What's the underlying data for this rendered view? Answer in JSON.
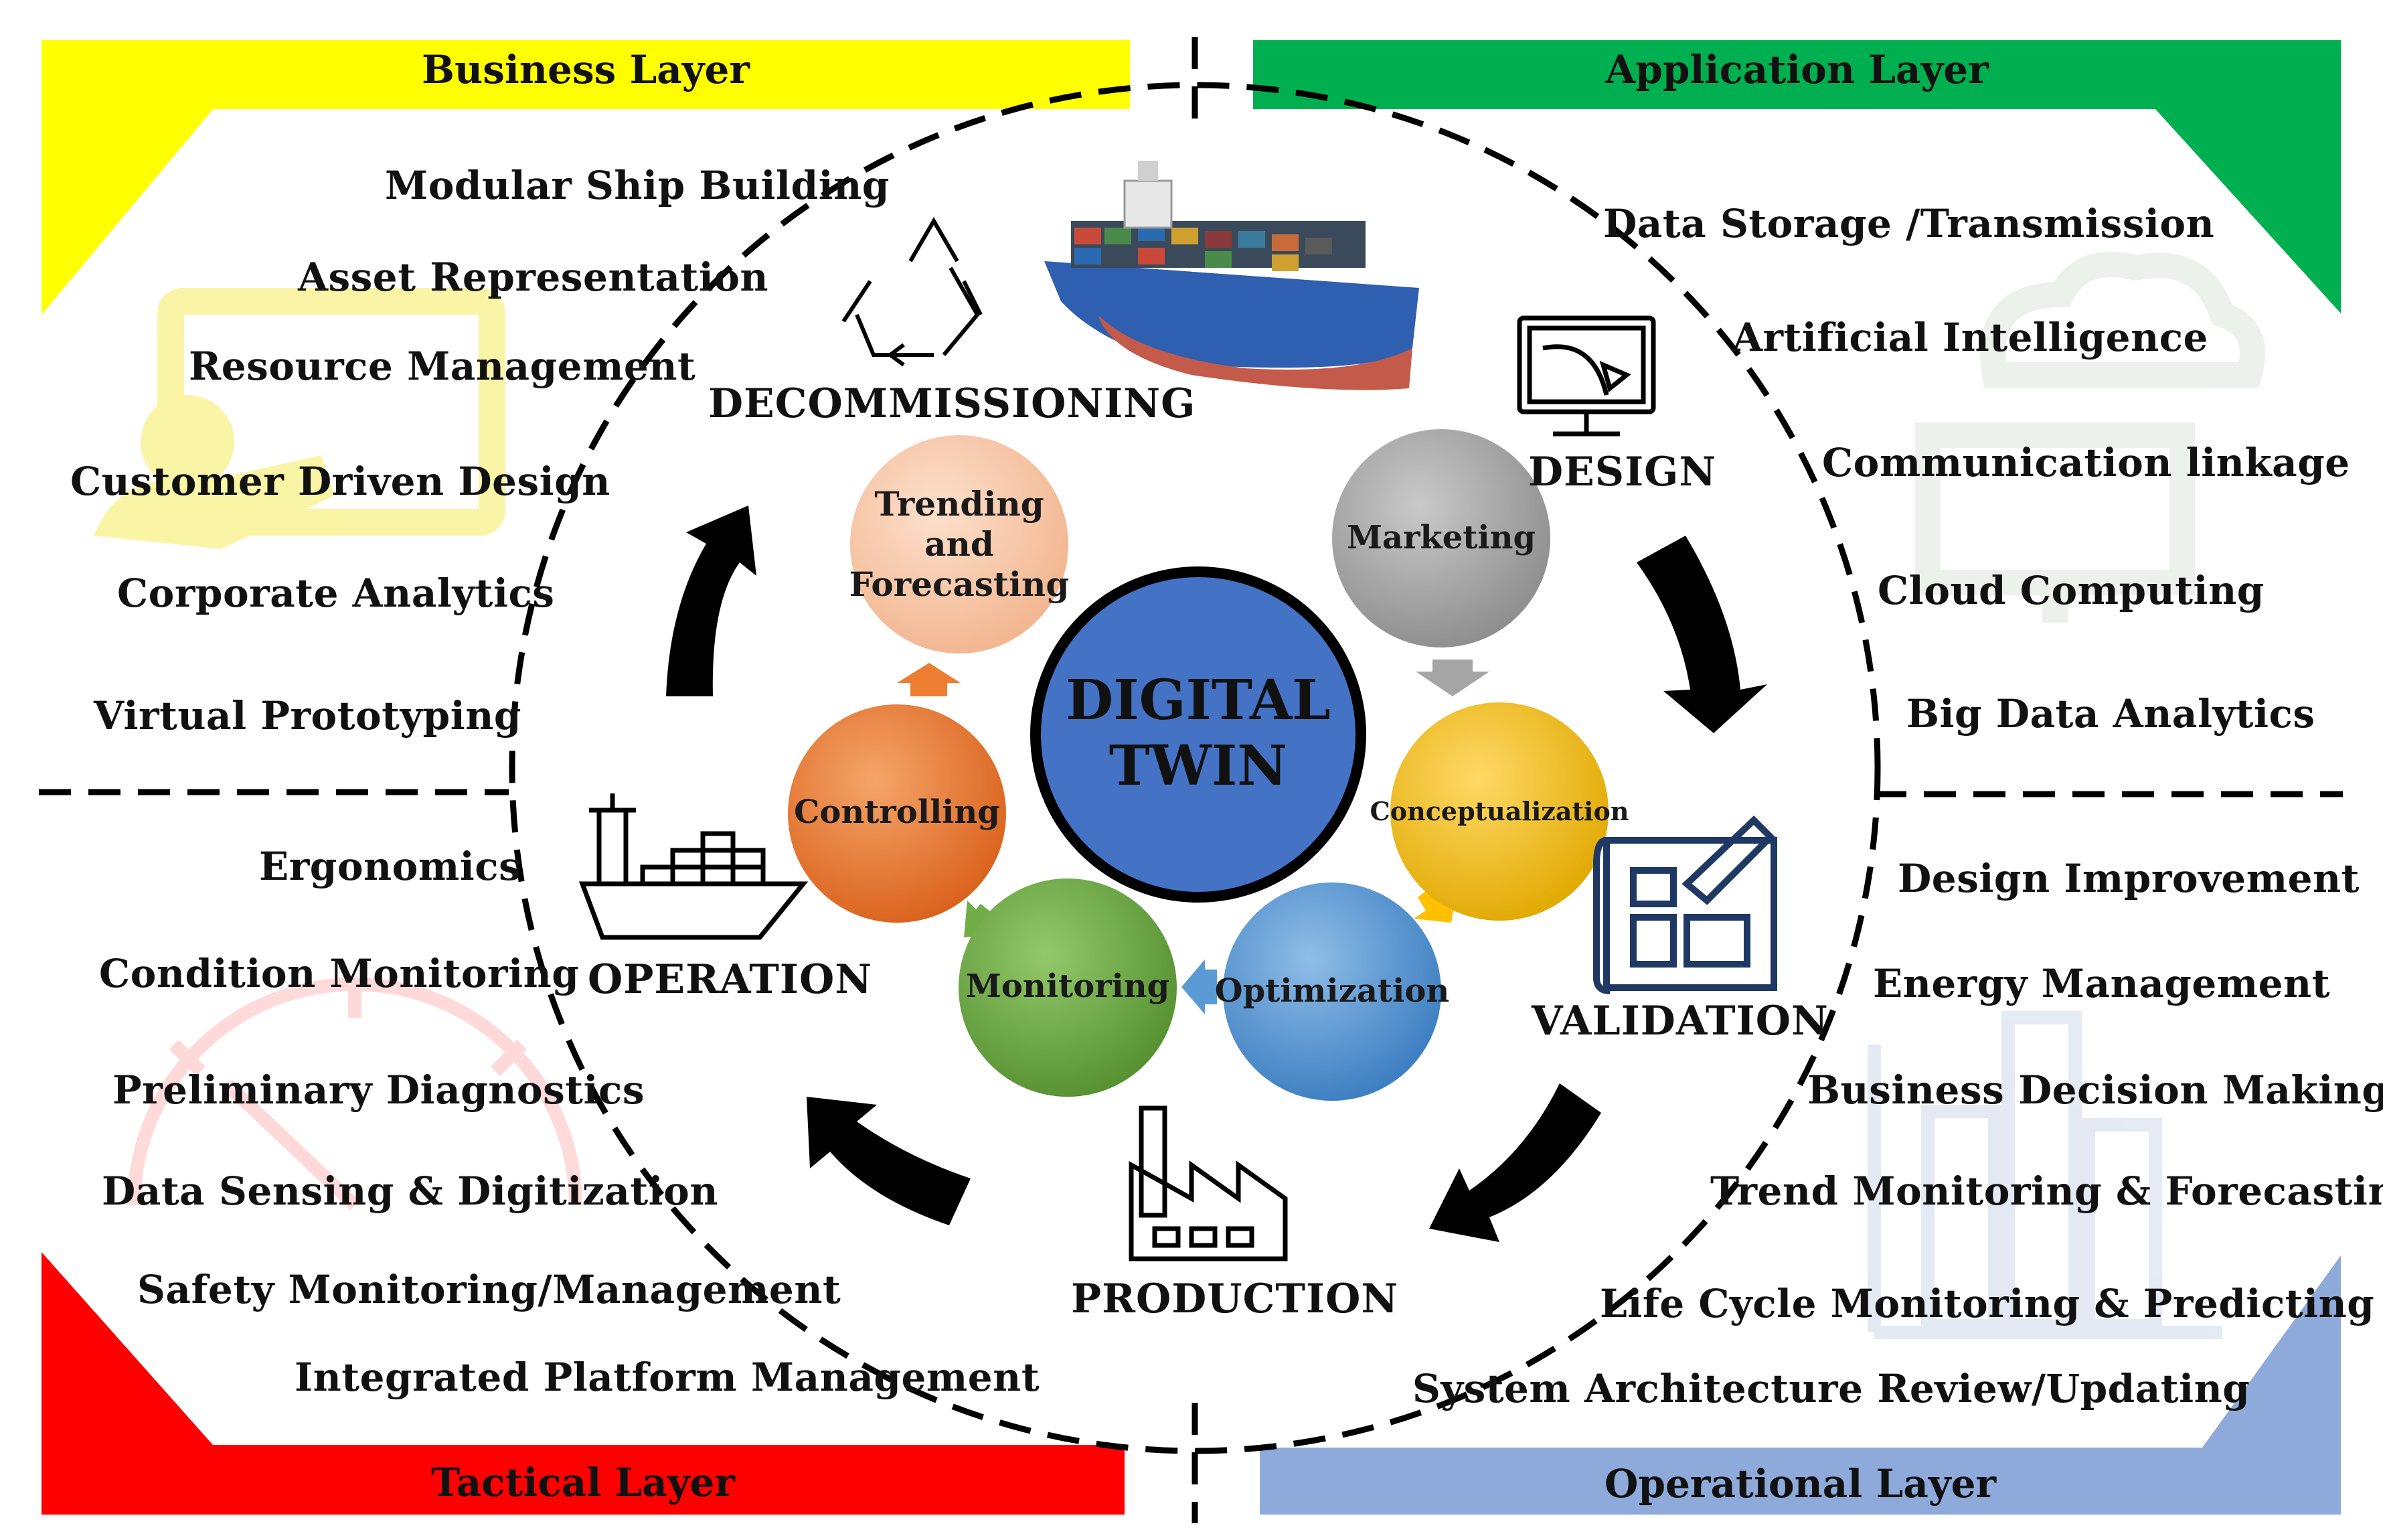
{
  "center": {
    "line1": "DIGITAL",
    "line2": "TWIN"
  },
  "quadrants": {
    "business": {
      "title": "Business Layer",
      "color": "#ffff00",
      "items": [
        "Modular Ship Building",
        "Asset Representation",
        "Resource Management",
        "Customer Driven Design",
        "Corporate Analytics",
        "Virtual Prototyping"
      ]
    },
    "application": {
      "title": "Application Layer",
      "color": "#00b050",
      "items": [
        "Data Storage /Transmission",
        "Artificial Intelligence",
        "Communication linkage",
        "Cloud Computing",
        "Big Data Analytics"
      ]
    },
    "tactical": {
      "title": "Tactical Layer",
      "color": "#ff0000",
      "items": [
        "Ergonomics",
        "Condition Monitoring",
        "Preliminary Diagnostics",
        "Data Sensing & Digitization",
        "Safety Monitoring/Management",
        "Integrated Platform Management"
      ]
    },
    "operational": {
      "title": "Operational Layer",
      "color": "#8eaadb",
      "items": [
        "Design Improvement",
        "Energy Management",
        "Business Decision Making",
        "Trend Monitoring & Forecasting",
        "Life Cycle Monitoring & Predicting",
        "System Architecture Review/Updating"
      ]
    }
  },
  "lifecycle": {
    "decommissioning": "DECOMMISSIONING",
    "design": "DESIGN",
    "validation": "VALIDATION",
    "production": "PRODUCTION",
    "operation": "OPERATION"
  },
  "cycle": {
    "trending": {
      "line1": "Trending",
      "line2": "and",
      "line3": "Forecasting",
      "color": "#f8cbad"
    },
    "marketing": {
      "label": "Marketing",
      "color": "#a5a5a5"
    },
    "conceptualization": {
      "label": "Conceptualization",
      "color": "#ffc000"
    },
    "optimization": {
      "label": "Optimization",
      "color": "#5b9bd5"
    },
    "monitoring": {
      "label": "Monitoring",
      "color": "#70ad47"
    },
    "controlling": {
      "label": "Controlling",
      "color": "#ed7d31"
    }
  },
  "icons": [
    "container-ship-icon",
    "recycle-icon",
    "design-monitor-icon",
    "blueprint-icon",
    "factory-icon",
    "cargo-ship-icon",
    "user-screen-icon",
    "cloud-computer-icon",
    "gauge-icon",
    "bar-chart-icon"
  ]
}
